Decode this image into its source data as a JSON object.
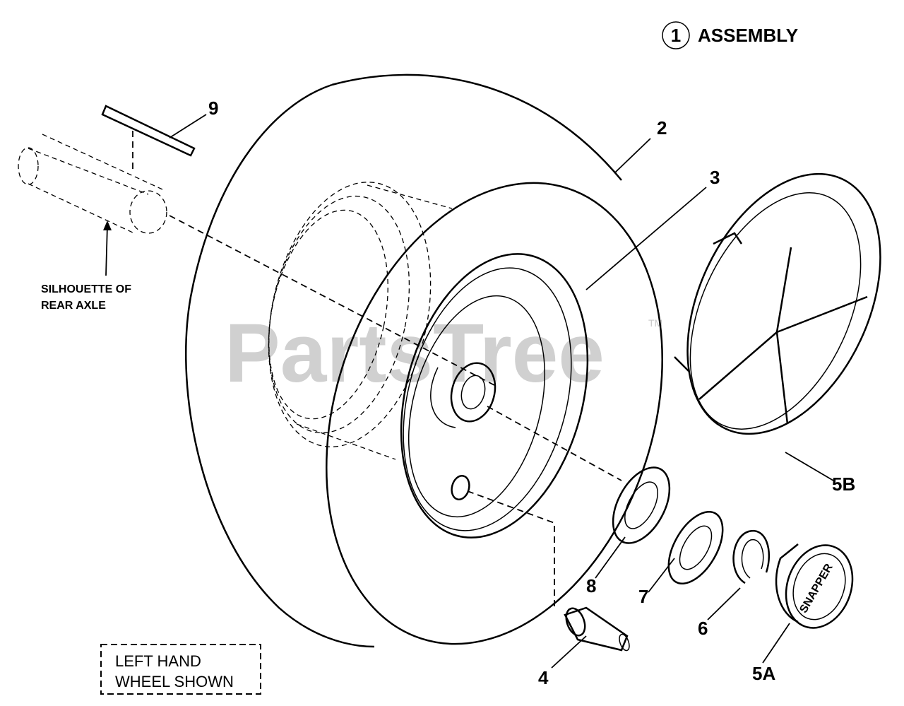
{
  "assembly": {
    "number": "1",
    "label": "ASSEMBLY"
  },
  "callouts": {
    "p2": "2",
    "p3": "3",
    "p4": "4",
    "p5a": "5A",
    "p5b": "5B",
    "p6": "6",
    "p7": "7",
    "p8": "8",
    "p9": "9"
  },
  "axle_note": {
    "line1": "SILHOUETTE OF",
    "line2": "REAR AXLE"
  },
  "view_note": {
    "line1": "LEFT HAND",
    "line2": "WHEEL SHOWN"
  },
  "watermark": {
    "text": "PartsTree",
    "mark": "TM"
  },
  "cap_logo": "SNAPPER"
}
